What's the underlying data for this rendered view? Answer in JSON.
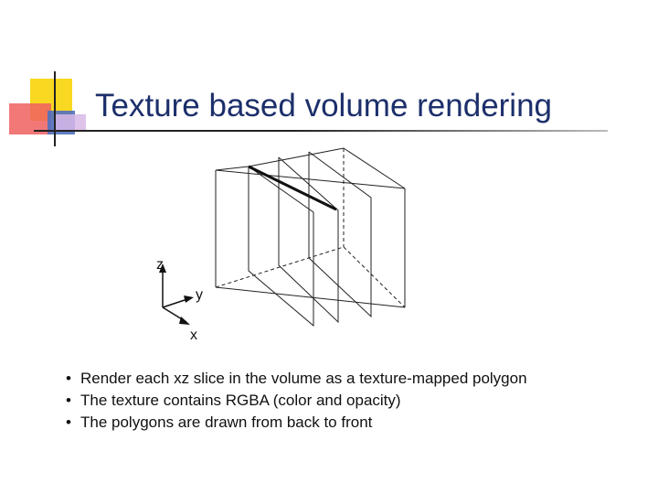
{
  "slide": {
    "title": "Texture based volume rendering"
  },
  "axes": {
    "z": "z",
    "y": "y",
    "x": "x"
  },
  "bullets": [
    {
      "marker": "•",
      "text": "Render each xz slice in the volume as a texture-mapped polygon"
    },
    {
      "marker": "•",
      "text": "The texture contains RGBA (color and opacity)"
    },
    {
      "marker": "•",
      "text": "The polygons are drawn from back to front"
    }
  ],
  "colors": {
    "title": "#1c2f6b",
    "deco_yellow": "#f8d820",
    "deco_red": "#f06060",
    "deco_blue": "#5070c0"
  }
}
